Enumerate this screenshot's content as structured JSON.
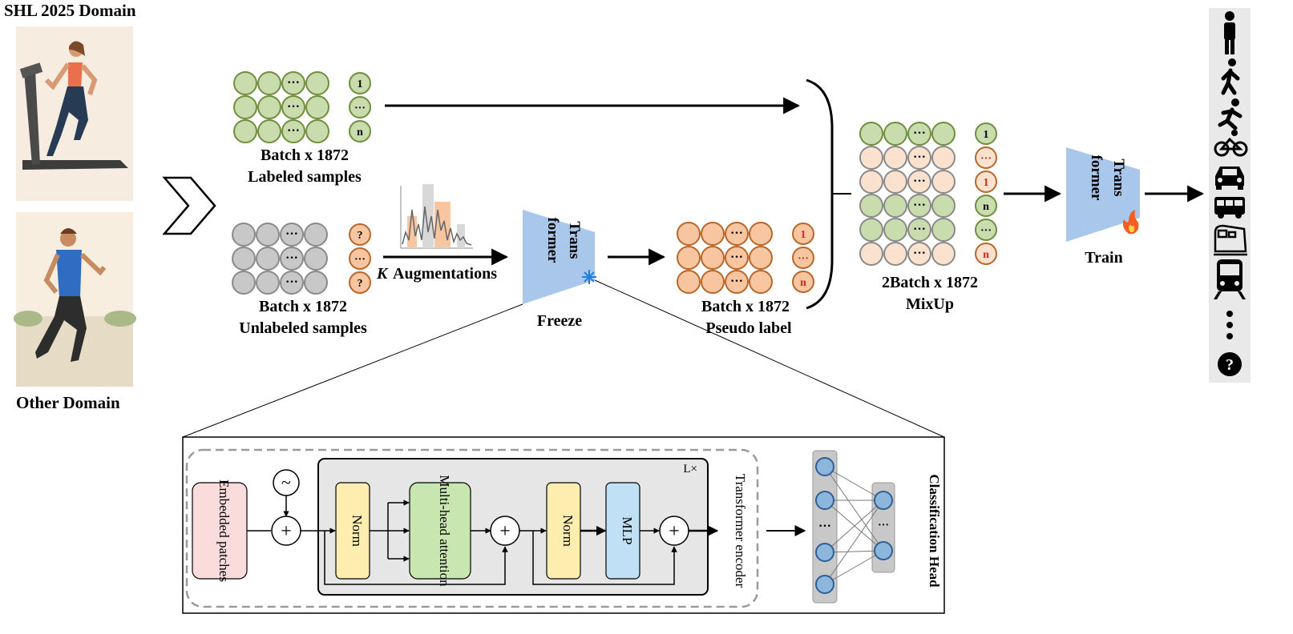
{
  "domains": {
    "source": "SHL 2025 Domain",
    "target": "Other Domain"
  },
  "labeled": {
    "title": "Batch x 1872",
    "subtitle": "Labeled samples",
    "labels": [
      "1",
      "···",
      "n"
    ]
  },
  "unlabeled": {
    "title": "Batch x 1872",
    "subtitle": "Unlabeled samples",
    "labels": [
      "?",
      "···",
      "?"
    ]
  },
  "augment": {
    "k": "K",
    "label": "Augmentations"
  },
  "freeze_model": {
    "line1": "Trans",
    "line2": "former",
    "caption": "Freeze"
  },
  "pseudo": {
    "title": "Batch x 1872",
    "subtitle": "Pseudo label",
    "labels": [
      "1",
      "···",
      "n"
    ]
  },
  "mixup": {
    "title": "2Batch x 1872",
    "subtitle": "MixUp",
    "labels": [
      "1",
      "···",
      "1",
      "n",
      "···",
      "n"
    ]
  },
  "train_model": {
    "line1": "Trans",
    "line2": "former",
    "caption": "Train"
  },
  "encoder": {
    "embedded": "Embedded patches",
    "norm1": "Norm",
    "mha": "Multi-head attention",
    "norm2": "Norm",
    "mlp": "MLP",
    "repeat": "L×",
    "name": "Transformer encoder",
    "plus": "+",
    "pos": "~"
  },
  "head": {
    "label": "Classification Head",
    "dots": "···"
  },
  "classes": [
    "standing",
    "walking",
    "running",
    "cycling",
    "car",
    "bus",
    "train",
    "subway",
    "more",
    "unknown"
  ],
  "colors": {
    "green_fill": "#c9dcae",
    "green_stroke": "#6f8e3d",
    "orange_fill": "#f7c59f",
    "orange_stroke": "#b8662a",
    "gray_fill": "#c8c8c8",
    "gray_stroke": "#8a8a8a",
    "peach_fill": "#fbe2cf",
    "transformer": "#a9c7ea",
    "red_text": "#d9261c",
    "norm_fill": "#fdeeb0",
    "mha_fill": "#c8e6b0",
    "mlp_fill": "#bfe0f5",
    "embed_fill": "#fbdcdc",
    "node_fill": "#8db6dc"
  },
  "icons": {
    "arrow_chevron": "chevron-right-icon",
    "snowflake": "snowflake-icon",
    "fire": "fire-icon"
  }
}
